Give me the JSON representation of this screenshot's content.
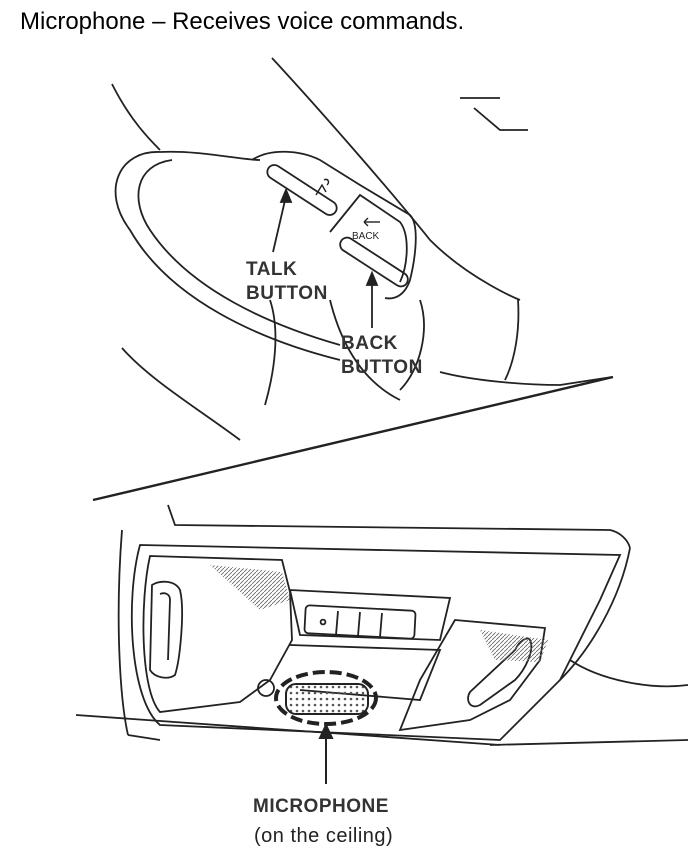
{
  "title": "Microphone – Receives voice commands.",
  "callouts": {
    "talk_line1": "TALK",
    "talk_line2": "BUTTON",
    "back_line1": "BACK",
    "back_line2": "BUTTON",
    "mic_line1": "MICROPHONE",
    "mic_line2": "(on the ceiling)"
  },
  "button_labels": {
    "back": "BACK"
  }
}
